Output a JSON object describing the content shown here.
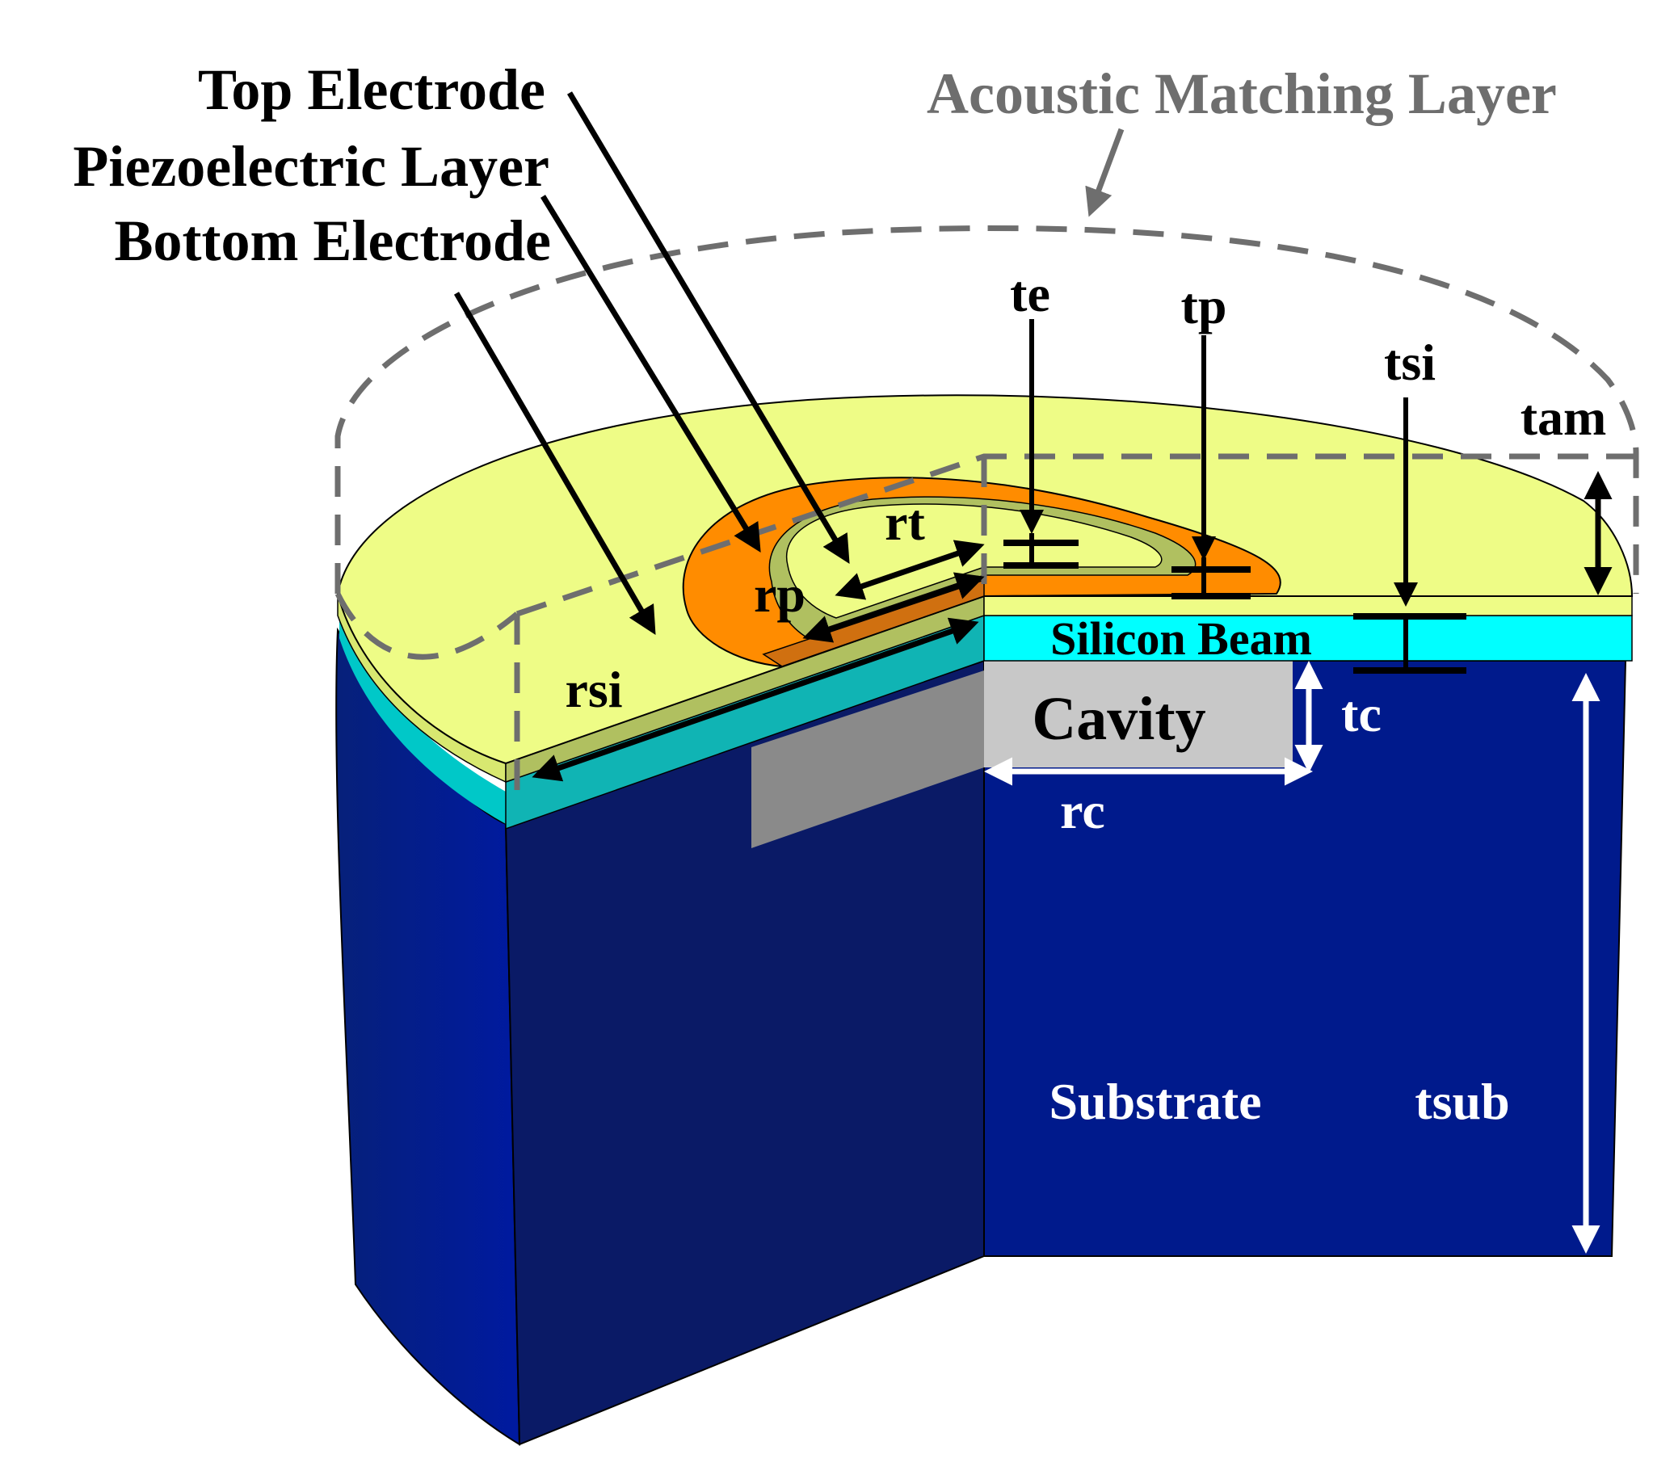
{
  "diagram": {
    "layer_labels": {
      "top_electrode": "Top Electrode",
      "piezoelectric_layer": "Piezoelectric Layer",
      "bottom_electrode": "Bottom Electrode",
      "acoustic_matching_layer": "Acoustic Matching Layer"
    },
    "region_labels": {
      "silicon_beam": "Silicon Beam",
      "cavity": "Cavity",
      "substrate": "Substrate"
    },
    "dimension_labels": {
      "te": "te",
      "tp": "tp",
      "tsi": "tsi",
      "tam": "tam",
      "rt": "rt",
      "rp": "rp",
      "rsi": "rsi",
      "tc": "tc",
      "rc": "rc",
      "tsub": "tsub"
    },
    "colors": {
      "substrate": "#001a8c",
      "substrate_front": "#0a1d6b",
      "silicon_beam": "#00ffff",
      "matching_layer": "#eefc86",
      "piezo": "#ff8c00",
      "cavity": "#c8c8c8",
      "dashed_outline": "#6e6e6e"
    }
  }
}
